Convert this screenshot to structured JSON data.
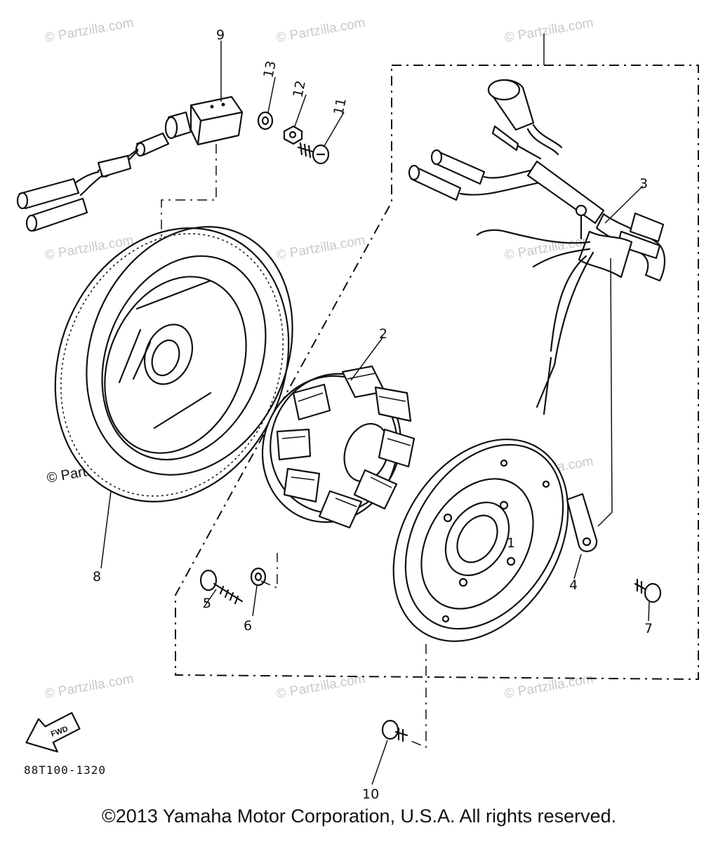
{
  "diagram": {
    "part_code": "88T100-1320",
    "fwd_label": "FWD",
    "callouts": [
      "1",
      "2",
      "3",
      "4",
      "5",
      "6",
      "7",
      "8",
      "9",
      "10",
      "11",
      "12",
      "13"
    ],
    "watermark": "© Partzilla.com"
  },
  "footer": {
    "copyright": "©2013  Yamaha Motor Corporation, U.S.A. All rights reserved."
  }
}
